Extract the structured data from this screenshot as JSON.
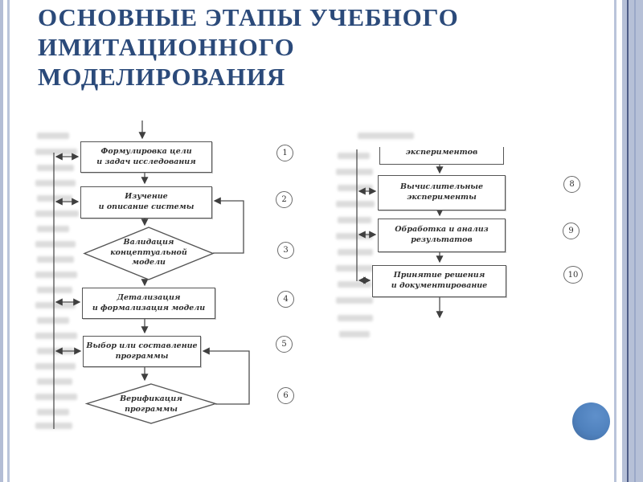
{
  "slide": {
    "title_lines": [
      "ОСНОВНЫЕ ЭТАПЫ УЧЕБНОГО",
      "ИМИТАЦИОННОГО",
      "МОДЕЛИРОВАНИЯ"
    ],
    "theme": {
      "title_color": "#2b4a7a",
      "edge_band_color": "#b6c0d7",
      "edge_line_dark_color": "#4d5c86",
      "accent_circle_color": "#4f81bd"
    }
  },
  "flowchart": {
    "left_column": {
      "steps": [
        {
          "num": "1",
          "shape": "rect",
          "lines": [
            "Формулировка цели",
            "и задач исследования"
          ]
        },
        {
          "num": "2",
          "shape": "rect",
          "lines": [
            "Изучение",
            "и описание системы"
          ]
        },
        {
          "num": "3",
          "shape": "diamond",
          "lines": [
            "Валидация",
            "концептуальной",
            "модели"
          ]
        },
        {
          "num": "4",
          "shape": "rect",
          "lines": [
            "Детализация",
            "и формализация модели"
          ]
        },
        {
          "num": "5",
          "shape": "rect",
          "lines": [
            "Выбор или составление",
            "программы"
          ]
        },
        {
          "num": "6",
          "shape": "diamond",
          "lines": [
            "Верификация",
            "программы"
          ]
        }
      ]
    },
    "right_column": {
      "partial_top_box_line": "экспериментов",
      "steps": [
        {
          "num": "8",
          "shape": "rect",
          "lines": [
            "Вычислительные",
            "эксперименты"
          ]
        },
        {
          "num": "9",
          "shape": "rect",
          "lines": [
            "Обработка и анализ",
            "результатов"
          ]
        },
        {
          "num": "10",
          "shape": "rect",
          "lines": [
            "Принятие решения",
            "и документирование"
          ]
        }
      ]
    }
  }
}
